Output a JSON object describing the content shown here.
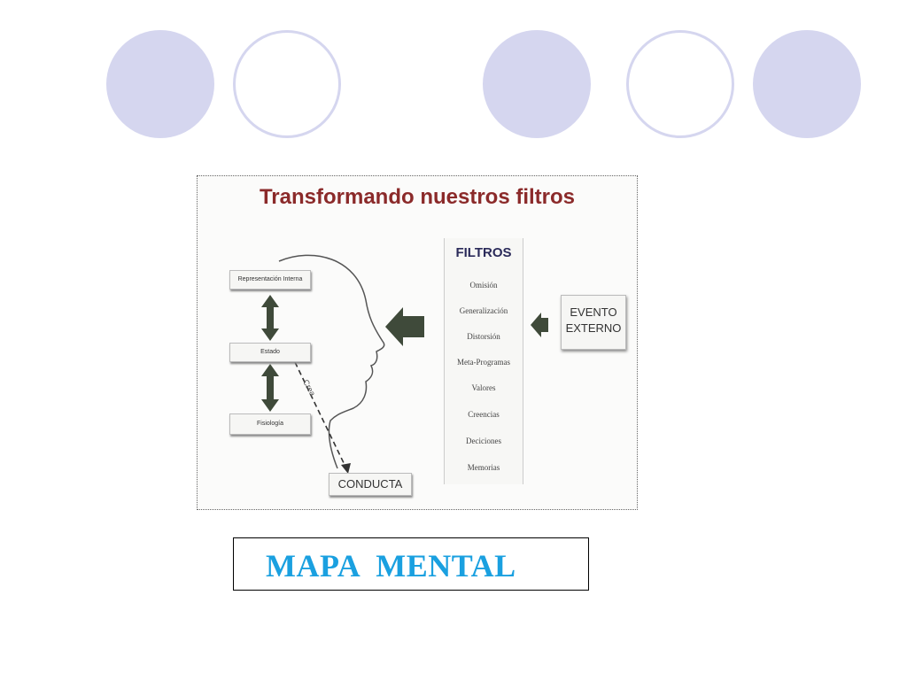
{
  "slide": {
    "decorations": [
      {
        "name": "circle-1",
        "style": "filled"
      },
      {
        "name": "circle-2",
        "style": "outline"
      },
      {
        "name": "circle-3",
        "style": "filled"
      },
      {
        "name": "circle-4",
        "style": "outline"
      },
      {
        "name": "circle-5",
        "style": "filled"
      }
    ],
    "colors": {
      "circle": "#d5d6ef",
      "title": "#8b2a2a",
      "caption": "#1aa0e0",
      "arrow": "#3f4a3a"
    }
  },
  "diagram": {
    "title": "Transformando nuestros filtros",
    "left_boxes": {
      "representacion": "Representación Interna",
      "estado": "Estado",
      "fisiologia": "Fisiología"
    },
    "cree_label": "Crea",
    "conducta": "CONDUCTA",
    "filtros": {
      "heading": "FILTROS",
      "items": [
        "Omisión",
        "Generalización",
        "Distorsión",
        "Meta-Programas",
        "Valores",
        "Creencias",
        "Deciciones",
        "Memorias"
      ]
    },
    "evento": {
      "line1": "EVENTO",
      "line2": "EXTERNO"
    }
  },
  "caption": {
    "text": "MAPA  MENTAL"
  }
}
